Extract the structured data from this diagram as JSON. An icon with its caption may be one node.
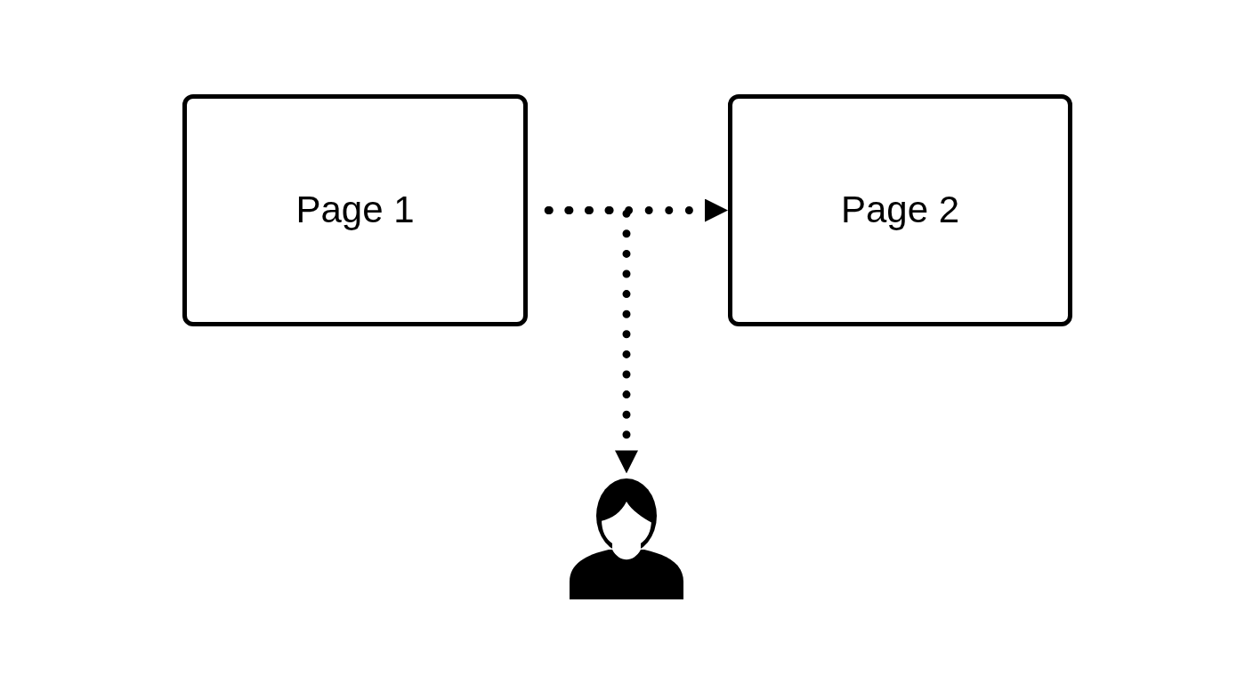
{
  "diagram": {
    "nodes": [
      {
        "text": [
          "Page 1"
        ]
      },
      {
        "text": [
          "Page 2"
        ]
      },
      {
        "text": [],
        "shape": "person"
      }
    ],
    "edges": [
      {
        "from": 0,
        "to": 1,
        "arrow": "to",
        "style": "dashed"
      },
      {
        "from": 0,
        "to": 2,
        "arrow": "to",
        "style": "dashed"
      }
    ]
  }
}
